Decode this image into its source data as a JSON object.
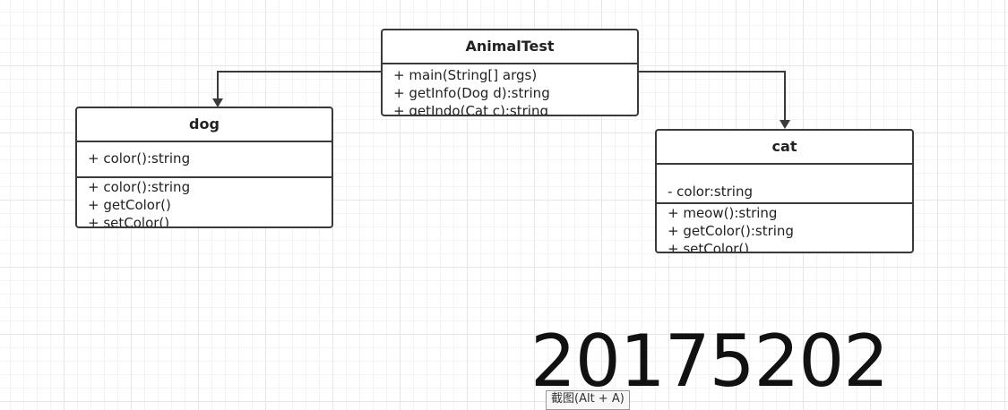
{
  "classes": {
    "animal_test": {
      "name": "AnimalTest",
      "methods": [
        "+ main(String[] args)",
        "+ getInfo(Dog d):string",
        "+ getIndo(Cat c):string"
      ]
    },
    "dog": {
      "name": "dog",
      "attributes": [
        "+ color():string"
      ],
      "methods": [
        "+ color():string",
        "+ getColor()",
        "+ setColor()"
      ]
    },
    "cat": {
      "name": "cat",
      "attributes": [
        "",
        "- color:string"
      ],
      "methods": [
        "+ meow():string",
        "+ getColor():string",
        "+ setColor()"
      ]
    }
  },
  "annotation": {
    "number": "20175202"
  },
  "tooltip": {
    "text": "截图(Alt + A)"
  }
}
